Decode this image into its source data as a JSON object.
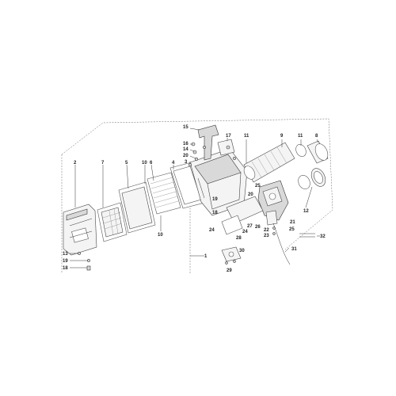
{
  "diagram": {
    "callouts": {
      "c1": "1",
      "c2": "2",
      "c3": "3",
      "c4": "4",
      "c5": "5",
      "c6": "6",
      "c7": "7",
      "c8": "8",
      "c9": "9",
      "c10a": "10",
      "c10b": "10",
      "c11a": "11",
      "c11b": "11",
      "c12": "12",
      "c13": "13",
      "c14": "14",
      "c15": "15",
      "c16": "16",
      "c17": "17",
      "c18a": "18",
      "c18b": "18",
      "c19a": "19",
      "c19b": "19",
      "c20a": "20",
      "c20b": "20",
      "c21": "21",
      "c22": "22",
      "c23": "23",
      "c24a": "24",
      "c24b": "24",
      "c25a": "25",
      "c25b": "25",
      "c26": "26",
      "c27": "27",
      "c28": "28",
      "c29": "29",
      "c30": "30",
      "c31": "31",
      "c32": "32"
    },
    "colors": {
      "line": "#333333",
      "part_fill": "#f4f4f4",
      "part_shade": "#d9d9d9",
      "background": "#ffffff"
    }
  }
}
